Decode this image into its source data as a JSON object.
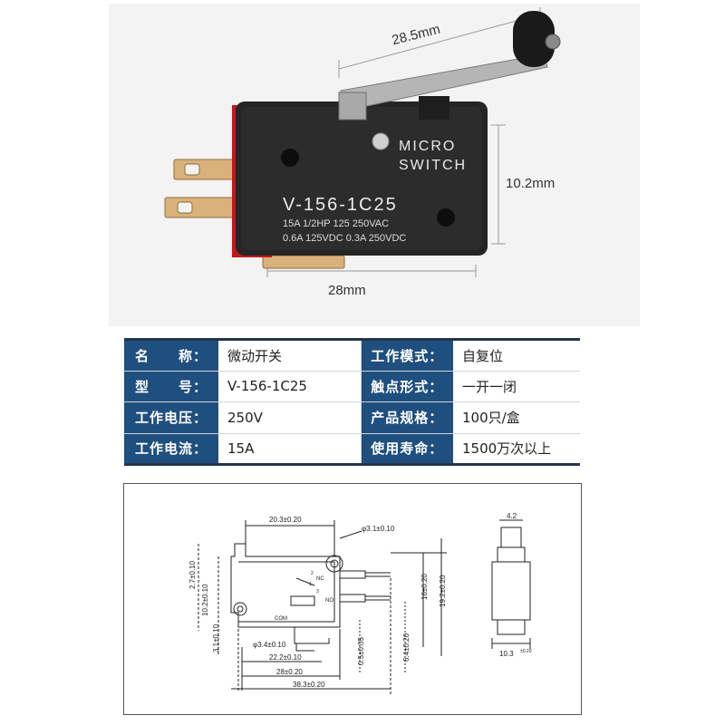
{
  "photo": {
    "dim_top": "28.5mm",
    "dim_right": "10.2mm",
    "dim_bottom": "28mm",
    "switch_line1": "MICRO",
    "switch_line2": "SWITCH",
    "model_print": "V-156-1C25",
    "rating_line1": "15A 1/2HP 125 250VAC",
    "rating_line2": "0.6A  125VDC  0.3A  250VDC"
  },
  "spec_table": {
    "rows": [
      {
        "k1": "名　　称：",
        "v1": "微动开关",
        "k2": "工作模式：",
        "v2": "自复位"
      },
      {
        "k1": "型　　号：",
        "v1": "V-156-1C25",
        "k2": "触点形式：",
        "v2": "一开一闭"
      },
      {
        "k1": "工作电压：",
        "v1": "250V",
        "k2": "产品规格：",
        "v2": "100只/盒"
      },
      {
        "k1": "工作电流：",
        "v1": "15A",
        "k2": "使用寿命：",
        "v2": "1500万次以上"
      }
    ]
  },
  "drawing": {
    "d_20_3": "20.3±0.20",
    "d_phi3_1": "φ3.1±0.10",
    "d_2_7": "2.7±0.10",
    "d_10_2": "10.2±0.10",
    "d_3_1": "3.1±0.10",
    "d_phi3_4": "φ3.4±0.10",
    "d_22_2": "22.2±0.10",
    "d_28": "28±0.20",
    "d_38_3": "38.3±0.20",
    "d_0_5": "0.5±0.05",
    "d_6_4": "6.4±0.20",
    "d_16": "16±0.20",
    "d_19_2": "19.2±0.20",
    "d_4_2": "4.2",
    "d_10_3": "10.3",
    "d_10_3_tol": "±0.20",
    "lbl_nc": "NC",
    "lbl_no": "NO",
    "lbl_com": "COM",
    "lbl_1": "1",
    "lbl_2": "2",
    "lbl_3": "3"
  }
}
